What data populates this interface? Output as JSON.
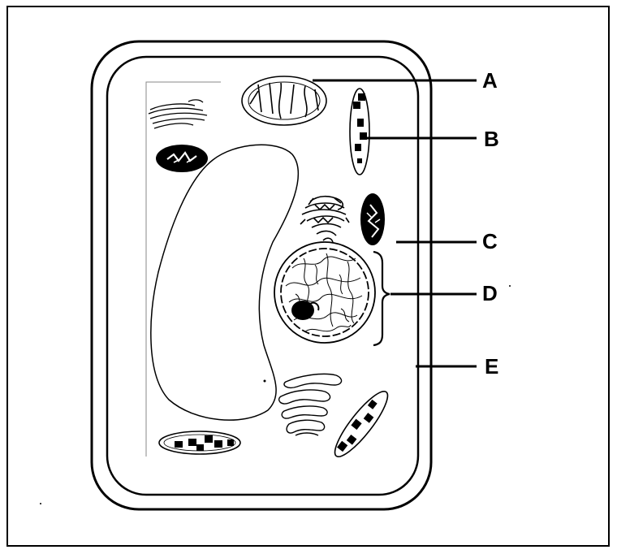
{
  "figure": {
    "labels": [
      {
        "id": "A",
        "text": "A"
      },
      {
        "id": "B",
        "text": "B"
      },
      {
        "id": "C",
        "text": "C"
      },
      {
        "id": "D",
        "text": "D"
      },
      {
        "id": "E",
        "text": "E"
      }
    ]
  },
  "colors": {
    "stroke": "#000000",
    "background": "#ffffff",
    "dark_fill": "#000000"
  }
}
